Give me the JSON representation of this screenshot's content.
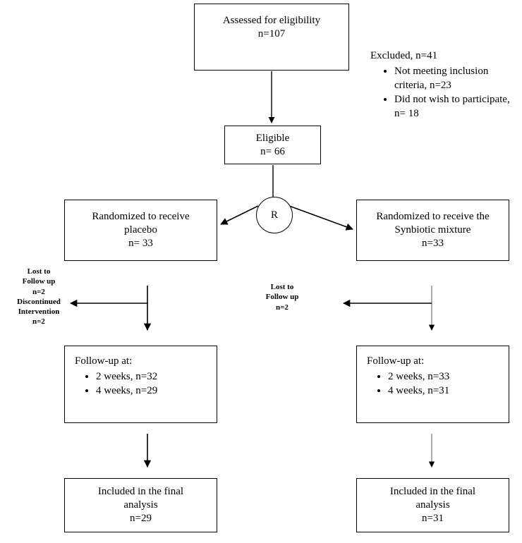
{
  "diagram": {
    "title": "CONSORT participant flow diagram",
    "type": "flowchart",
    "colors": {
      "background": "#ffffff",
      "stroke": "#000000",
      "stroke_light": "#808080",
      "text": "#000000"
    }
  },
  "nodes": {
    "assessed": {
      "line1": "Assessed for eligibility",
      "line2": "n=107"
    },
    "eligible": {
      "line1": "Eligible",
      "line2": "n= 66"
    },
    "randomization_marker": {
      "label": "R"
    },
    "randomized_placebo": {
      "line1": "Randomized to receive",
      "line2": "placebo",
      "line3": "n= 33"
    },
    "randomized_synbiotic": {
      "line1": "Randomized to receive the",
      "line2": "Synbiotic mixture",
      "line3": "n=33"
    },
    "followup_left": {
      "heading": "Follow-up at:",
      "items": [
        "2 weeks, n=32",
        "4 weeks, n=29"
      ]
    },
    "followup_right": {
      "heading": "Follow-up at:",
      "items": [
        "2 weeks, n=33",
        "4 weeks, n=31"
      ]
    },
    "final_left": {
      "line1": "Included in the final",
      "line2": "analysis",
      "line3": "n=29"
    },
    "final_right": {
      "line1": "Included in the final",
      "line2": "analysis",
      "line3": "n=31"
    }
  },
  "annotations": {
    "excluded": {
      "heading": "Excluded, n=41",
      "items": [
        "Not meeting inclusion criteria, n=23",
        "Did not wish to participate, n= 18"
      ]
    },
    "lost_left": {
      "line1": "Lost to",
      "line2": "Follow up",
      "line3": "n=2",
      "line4": "Discontinued",
      "line5": "Intervention",
      "line6": "n=2"
    },
    "lost_right": {
      "line1": "Lost to",
      "line2": "Follow up",
      "line3": "n=2"
    }
  }
}
